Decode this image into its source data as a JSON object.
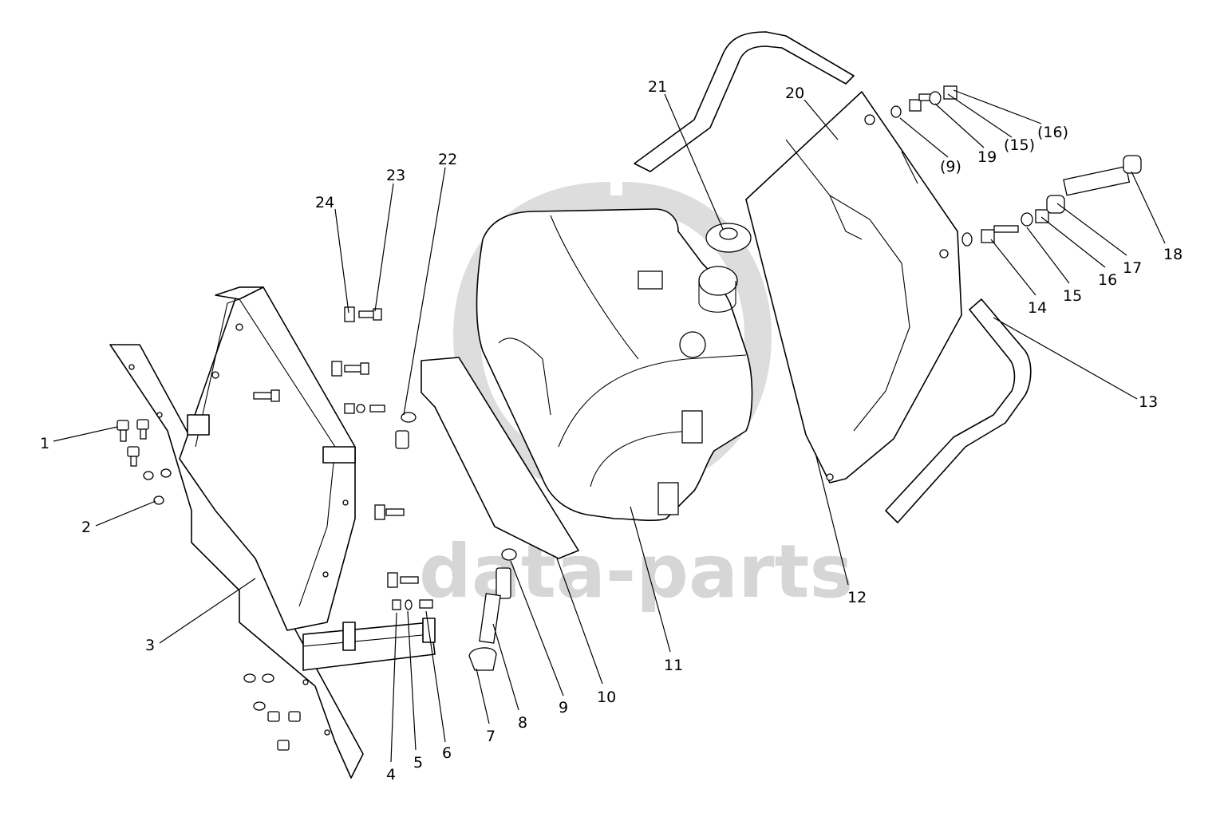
{
  "watermark": {
    "text": "data-parts",
    "color": "#c9c9c9"
  },
  "callouts": [
    {
      "id": "1",
      "text": "1"
    },
    {
      "id": "2",
      "text": "2"
    },
    {
      "id": "3",
      "text": "3"
    },
    {
      "id": "4",
      "text": "4"
    },
    {
      "id": "5",
      "text": "5"
    },
    {
      "id": "6",
      "text": "6"
    },
    {
      "id": "7",
      "text": "7"
    },
    {
      "id": "8",
      "text": "8"
    },
    {
      "id": "9",
      "text": "9"
    },
    {
      "id": "10",
      "text": "10"
    },
    {
      "id": "11",
      "text": "11"
    },
    {
      "id": "12",
      "text": "12"
    },
    {
      "id": "13",
      "text": "13"
    },
    {
      "id": "14",
      "text": "14"
    },
    {
      "id": "15",
      "text": "15"
    },
    {
      "id": "16",
      "text": "16"
    },
    {
      "id": "17",
      "text": "17"
    },
    {
      "id": "18",
      "text": "18"
    },
    {
      "id": "19",
      "text": "19"
    },
    {
      "id": "20",
      "text": "20"
    },
    {
      "id": "21",
      "text": "21"
    },
    {
      "id": "22",
      "text": "22"
    },
    {
      "id": "23",
      "text": "23"
    },
    {
      "id": "24",
      "text": "24"
    },
    {
      "id": "9-ref",
      "text": "(9)"
    },
    {
      "id": "15-ref",
      "text": "(15)"
    },
    {
      "id": "16-ref",
      "text": "(16)"
    }
  ]
}
